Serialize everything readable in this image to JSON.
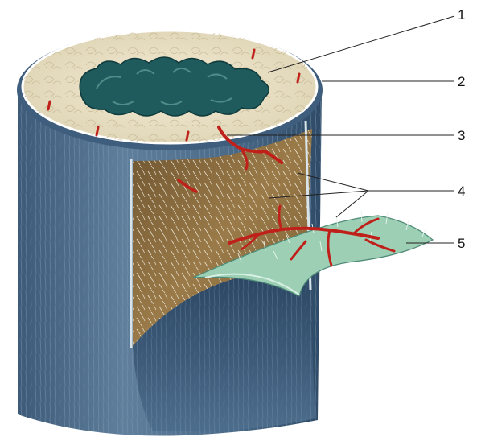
{
  "diagram": {
    "labels": [
      {
        "id": "1",
        "text": "1"
      },
      {
        "id": "2",
        "text": "2"
      },
      {
        "id": "3",
        "text": "3"
      },
      {
        "id": "4",
        "text": "4"
      },
      {
        "id": "5",
        "text": "5"
      }
    ]
  },
  "colors": {
    "outer_surface": "#4f6f8e",
    "outer_surface_dark": "#2e4a66",
    "cut_face": "#e8e0c6",
    "lumen": "#1f5a5c",
    "inner_wall": "#8a6a3a",
    "membrane": "#8fc4a8",
    "vessel": "#c0201a",
    "leader": "#222222"
  }
}
